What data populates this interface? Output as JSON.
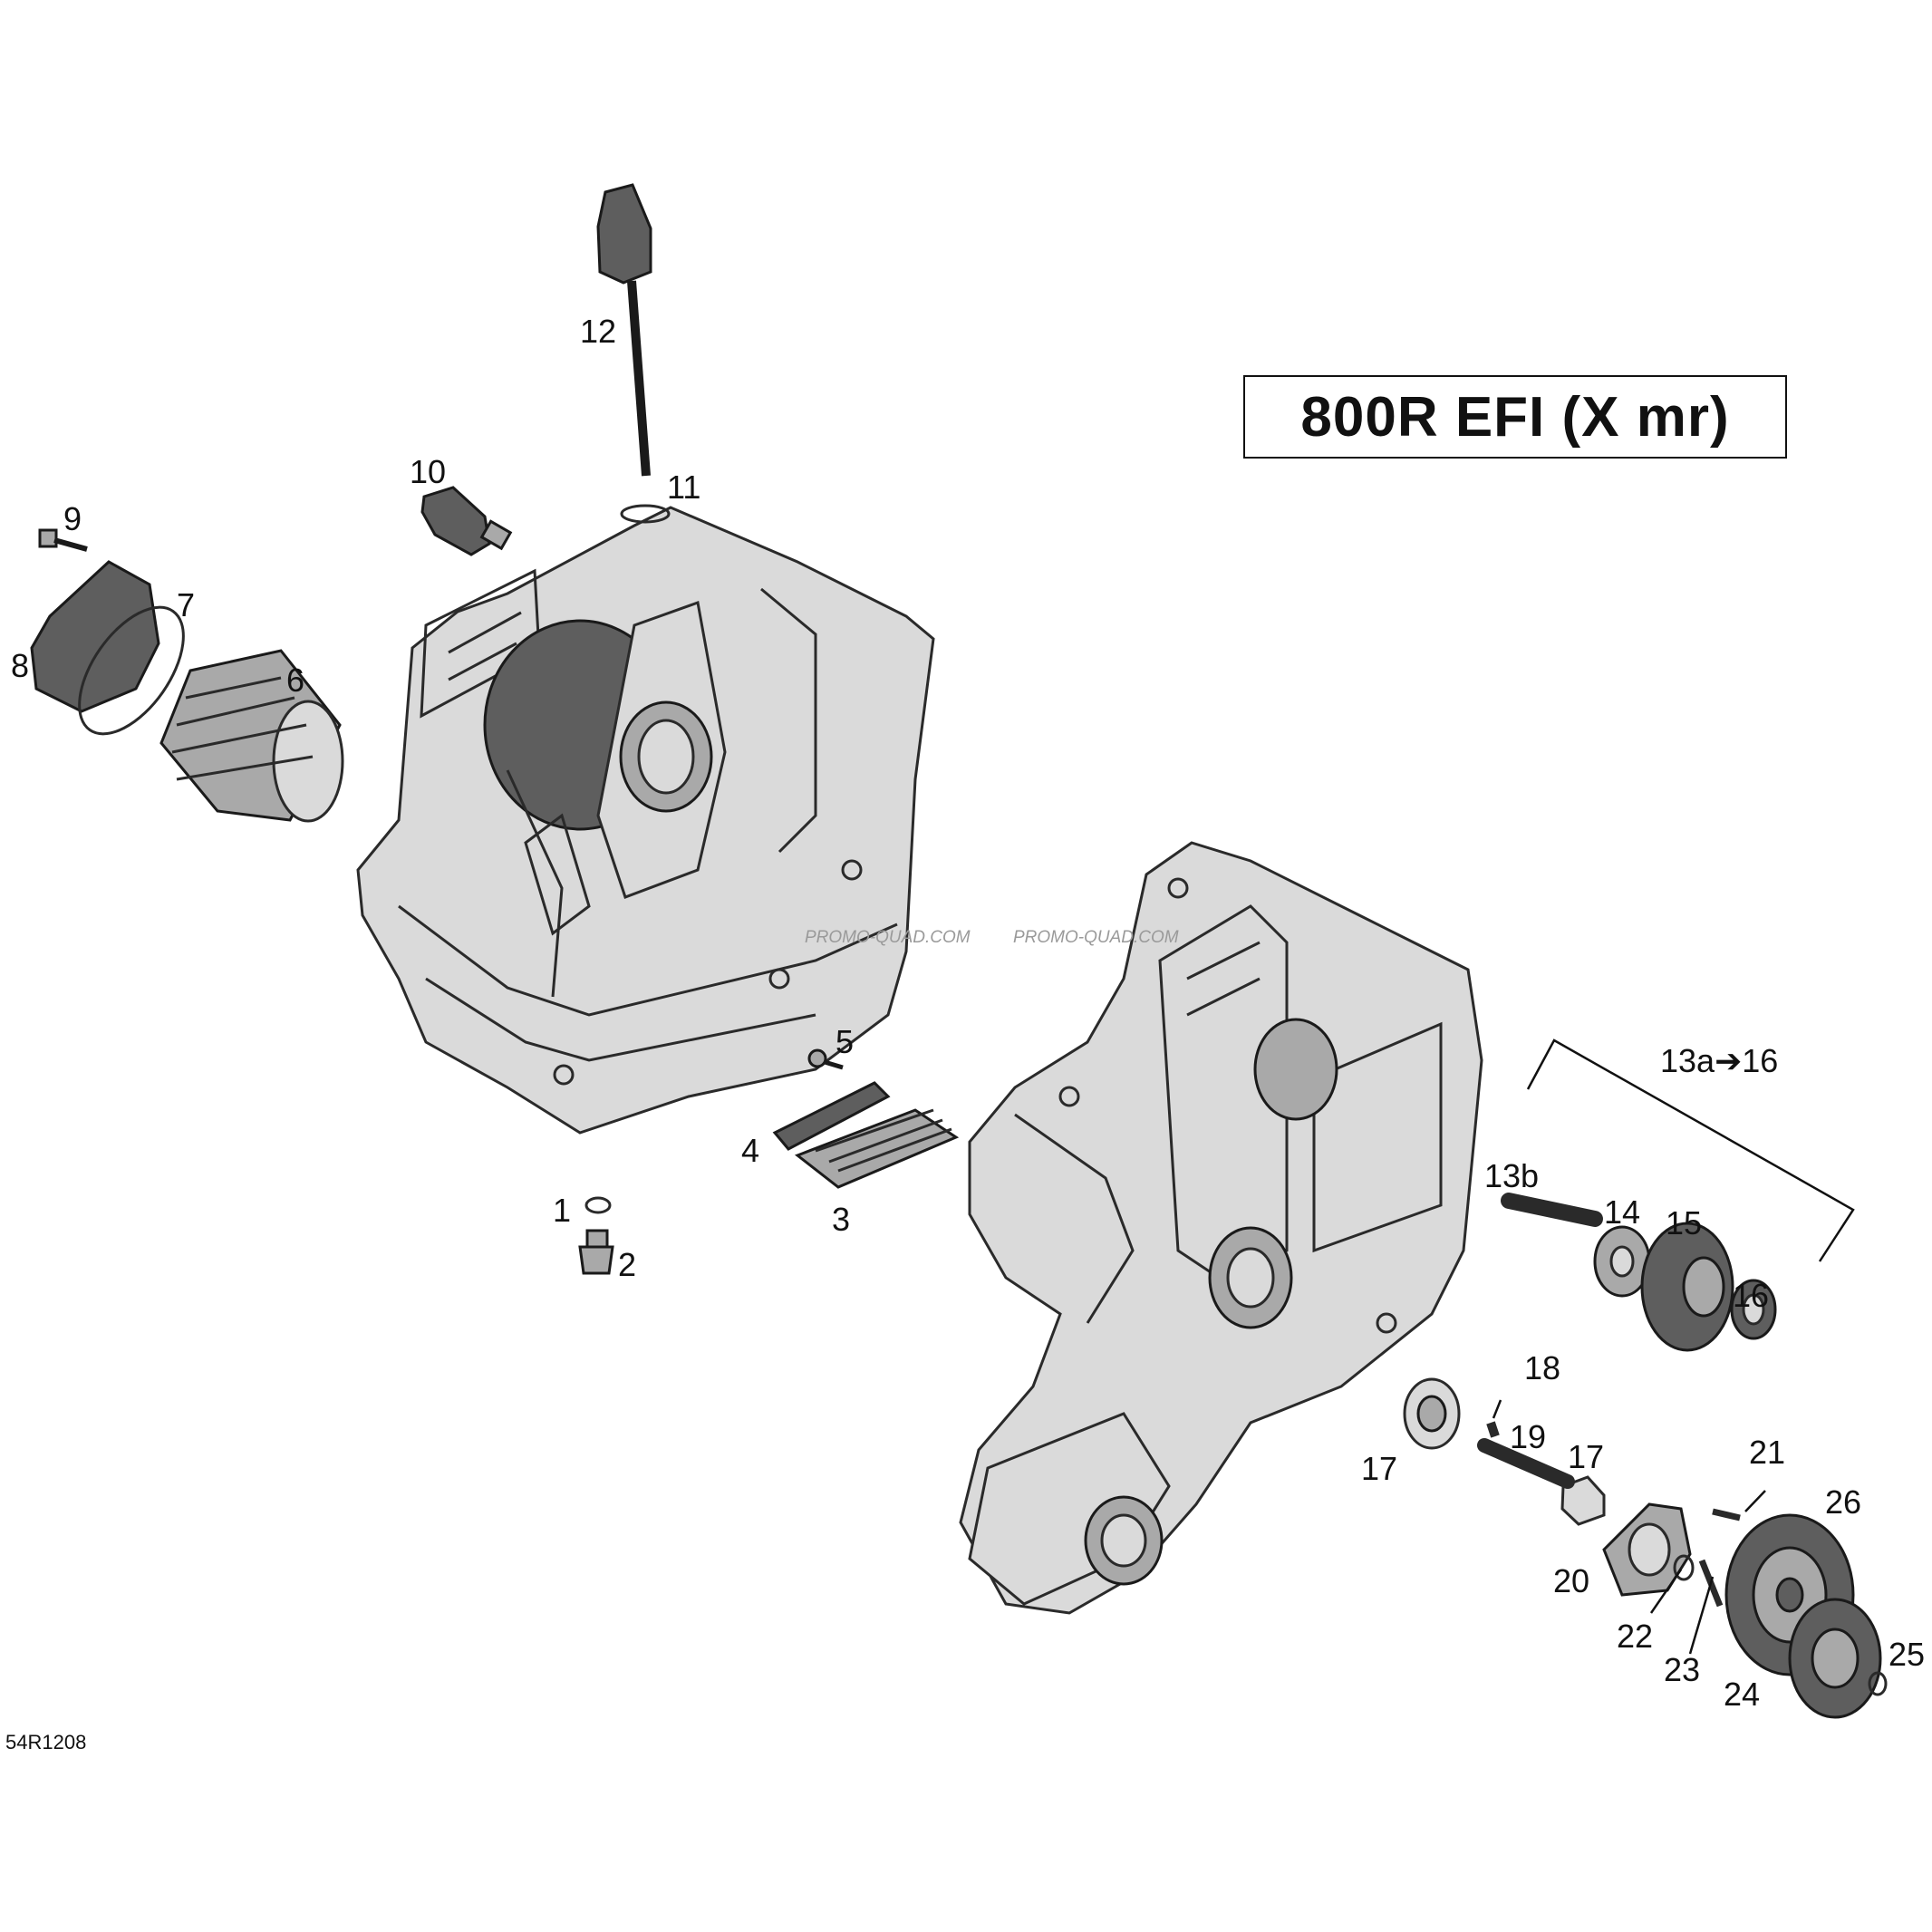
{
  "title": "800R EFI (X mr)",
  "drawing_code": "54R1208",
  "watermark": "PROMO-QUAD.COM",
  "group_label": "13a➔16",
  "callouts": [
    "1",
    "2",
    "3",
    "4",
    "5",
    "6",
    "7",
    "8",
    "9",
    "10",
    "11",
    "12",
    "13b",
    "14",
    "15",
    "16",
    "17",
    "17",
    "18",
    "19",
    "20",
    "21",
    "22",
    "23",
    "24",
    "25",
    "26"
  ]
}
